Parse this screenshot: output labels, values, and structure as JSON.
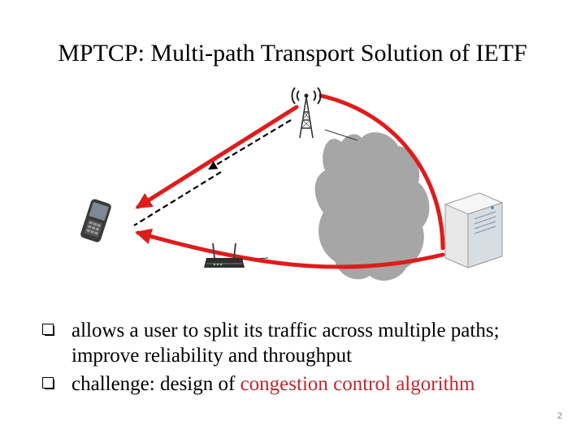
{
  "slide": {
    "title": "MPTCP: Multi-path Transport Solution of IETF",
    "page_number": "2"
  },
  "bullets": [
    {
      "text": "allows a user to split its traffic across multiple paths; improve reliability and throughput"
    },
    {
      "text_before": "challenge: design of ",
      "highlight": "congestion control algorithm"
    }
  ],
  "icons": [
    "cell-tower-icon",
    "cloud-icon",
    "phone-icon",
    "router-icon",
    "server-icon"
  ],
  "colors": {
    "path": "#e01b1b",
    "cloud": "#a6a6a6",
    "highlight": "#c0272d",
    "page_number": "#808080"
  }
}
